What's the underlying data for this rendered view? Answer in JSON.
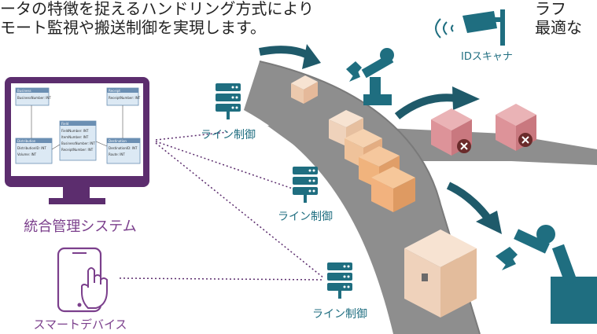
{
  "headline": {
    "line1": "ータの特徴を捉えるハンドリング方式により",
    "line2": "モート監視や搬送制御を実現します。"
  },
  "side_text": {
    "line1": "ラフ",
    "line2": "最適な"
  },
  "scanner": {
    "label": "IDスキャナ",
    "icon": "rfid-scanner-icon"
  },
  "system": {
    "label": "統合管理システム",
    "icon": "monitor-icon"
  },
  "device": {
    "label": "スマートデバイス",
    "icon": "smartphone-tap-icon"
  },
  "line_control": [
    {
      "label": "ライン制御",
      "icon": "server-icon"
    },
    {
      "label": "ライン制御",
      "icon": "server-icon"
    },
    {
      "label": "ライン制御",
      "icon": "server-icon"
    }
  ],
  "monitor_screen": {
    "entities": [
      {
        "title": "Business",
        "rows": [
          "BusinessNumber: INT"
        ]
      },
      {
        "title": "Receipt",
        "rows": [
          "ReceiptNumber: INT"
        ]
      },
      {
        "title": "Field",
        "rows": [
          "FieldNumber: INT",
          "ItemNumber: INT",
          "BusinessNumber: INT",
          "ReceiptNumber: INT"
        ]
      },
      {
        "title": "Distribution",
        "rows": [
          "DistributionID: INT",
          "Volume: INT"
        ]
      },
      {
        "title": "Destination",
        "rows": [
          "DestinationID: INT",
          "Route: INT"
        ]
      }
    ]
  },
  "colors": {
    "teal": "#1f6e80",
    "purple": "#5c2d6e",
    "road": "#8a8a8a",
    "box_light": "#f3d9c4",
    "box_orange": "#f2b27e",
    "box_reject": "#d9828a",
    "reject_mark": "#7a2a2a"
  }
}
